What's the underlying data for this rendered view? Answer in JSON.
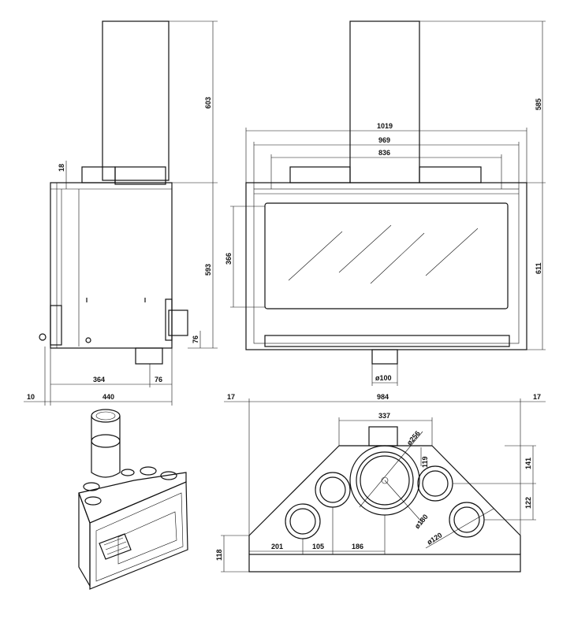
{
  "views": {
    "side": {
      "dims": {
        "d603": "603",
        "d18": "18",
        "d593": "593",
        "d76v": "76",
        "d364": "364",
        "d76h": "76",
        "d10": "10",
        "d440": "440"
      }
    },
    "front": {
      "dims": {
        "d1019": "1019",
        "d969": "969",
        "d836": "836",
        "d585": "585",
        "d366": "366",
        "d611": "611",
        "d100": "ø100"
      }
    },
    "top": {
      "dims": {
        "d17l": "17",
        "d984": "984",
        "d17r": "17",
        "d337": "337",
        "d256": "ø256",
        "d119": "119",
        "d141": "141",
        "d122": "122",
        "d180": "ø180",
        "d120": "ø120",
        "d118": "118",
        "d201": "201",
        "d105": "105",
        "d186": "186"
      }
    }
  }
}
